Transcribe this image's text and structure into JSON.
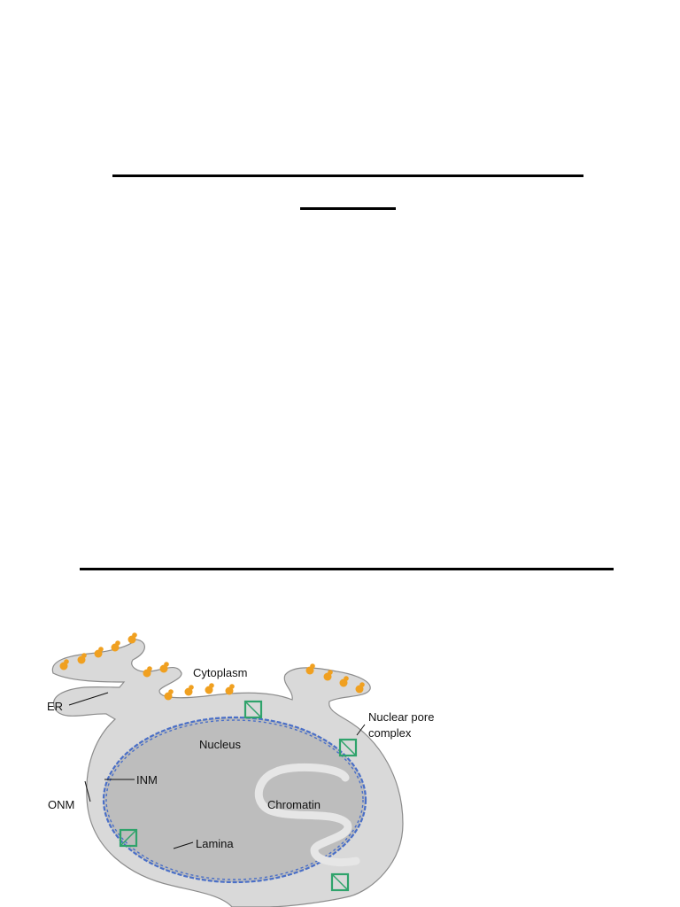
{
  "diagram": {
    "labels": {
      "cytoplasm": "Cytoplasm",
      "er": "ER",
      "nucleus": "Nucleus",
      "nuclear_pore_1": "Nuclear pore",
      "nuclear_pore_2": "complex",
      "onm": "ONM",
      "inm": "INM",
      "chromatin": "Chromatin",
      "lamina": "Lamina"
    },
    "colors": {
      "membrane": "#d9d9d9",
      "membrane_outline": "#8c8c8c",
      "nucleoplasm": "#bdbdbd",
      "lamina": "#4a6fc7",
      "pore": "#2fa36b",
      "ribosome": "#f0a020",
      "chromatin": "#e6e6e6"
    }
  }
}
